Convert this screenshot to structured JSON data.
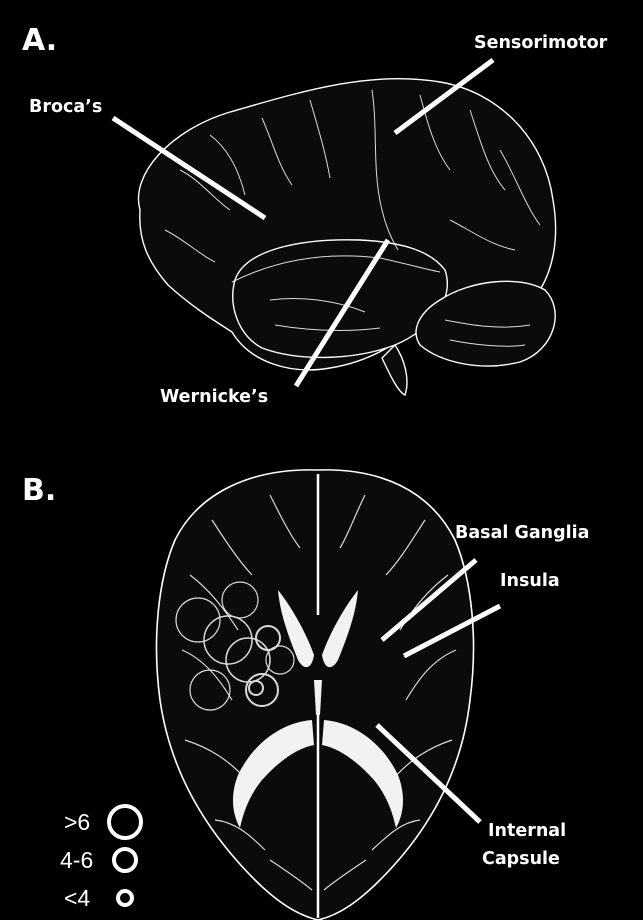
{
  "panels": {
    "a": {
      "letter": "A."
    },
    "b": {
      "letter": "B."
    }
  },
  "panel_a": {
    "labels": {
      "broca": "Broca’s",
      "sensorimotor": "Sensorimotor",
      "wernicke": "Wernicke’s"
    }
  },
  "panel_b": {
    "labels": {
      "basal_ganglia": "Basal Ganglia",
      "insula": "Insula",
      "internal_capsule_1": "Internal",
      "internal_capsule_2": "Capsule"
    }
  },
  "legend": {
    "items": [
      {
        "label": ">6"
      },
      {
        "label": "4-6"
      },
      {
        "label": "<4"
      }
    ]
  },
  "colors": {
    "background": "#000000",
    "line": "#ffffff",
    "tissue_fill": "#0b0b0b",
    "ventricle": "#f2f2f2"
  }
}
